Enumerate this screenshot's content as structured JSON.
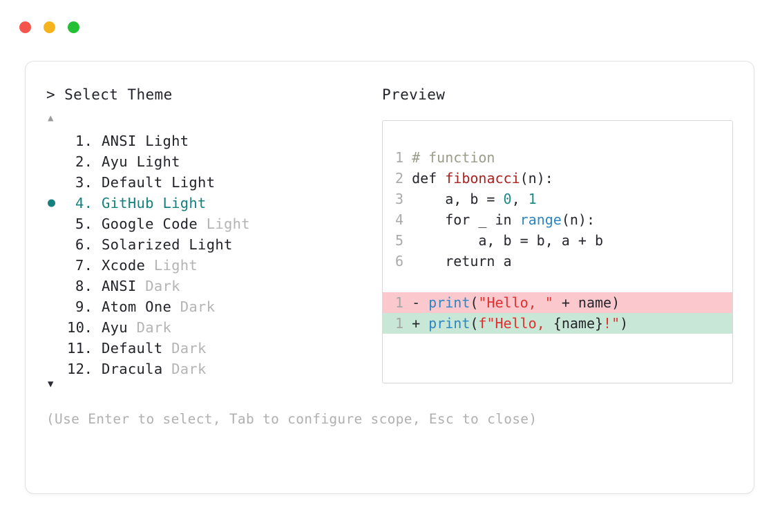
{
  "titlebar": {
    "dots": [
      {
        "name": "close-dot",
        "color": "#f4554c"
      },
      {
        "name": "minimize-dot",
        "color": "#f5b41d"
      },
      {
        "name": "maximize-dot",
        "color": "#24bf35"
      }
    ]
  },
  "left": {
    "prompt_caret": ">",
    "prompt_label": "Select Theme",
    "scroll_up_icon": "▲",
    "scroll_down_icon": "▼",
    "selected_index": 4,
    "bullet_icon": "●",
    "items": [
      {
        "index": "1",
        "name": "ANSI",
        "variant": "Light",
        "variant_dim": false,
        "selected": false
      },
      {
        "index": "2",
        "name": "Ayu",
        "variant": "Light",
        "variant_dim": false,
        "selected": false
      },
      {
        "index": "3",
        "name": "Default",
        "variant": "Light",
        "variant_dim": false,
        "selected": false
      },
      {
        "index": "4",
        "name": "GitHub",
        "variant": "Light",
        "variant_dim": false,
        "selected": true
      },
      {
        "index": "5",
        "name": "Google Code",
        "variant": "Light",
        "variant_dim": true,
        "selected": false
      },
      {
        "index": "6",
        "name": "Solarized",
        "variant": "Light",
        "variant_dim": false,
        "selected": false
      },
      {
        "index": "7",
        "name": "Xcode",
        "variant": "Light",
        "variant_dim": true,
        "selected": false
      },
      {
        "index": "8",
        "name": "ANSI",
        "variant": "Dark",
        "variant_dim": true,
        "selected": false
      },
      {
        "index": "9",
        "name": "Atom One",
        "variant": "Dark",
        "variant_dim": true,
        "selected": false
      },
      {
        "index": "10",
        "name": "Ayu",
        "variant": "Dark",
        "variant_dim": true,
        "selected": false
      },
      {
        "index": "11",
        "name": "Default",
        "variant": "Dark",
        "variant_dim": true,
        "selected": false
      },
      {
        "index": "12",
        "name": "Dracula",
        "variant": "Dark",
        "variant_dim": true,
        "selected": false
      }
    ],
    "hint": "(Use Enter to select, Tab to configure scope, Esc to close)"
  },
  "preview": {
    "label": "Preview",
    "code_lines": [
      {
        "ln": "1",
        "tokens": [
          {
            "t": "# function",
            "c": "comment"
          }
        ]
      },
      {
        "ln": "2",
        "tokens": [
          {
            "t": "def ",
            "c": "plain"
          },
          {
            "t": "fibonacci",
            "c": "func"
          },
          {
            "t": "(n):",
            "c": "plain"
          }
        ]
      },
      {
        "ln": "3",
        "tokens": [
          {
            "t": "    a, b = ",
            "c": "plain"
          },
          {
            "t": "0",
            "c": "num"
          },
          {
            "t": ", ",
            "c": "plain"
          },
          {
            "t": "1",
            "c": "num"
          }
        ]
      },
      {
        "ln": "4",
        "tokens": [
          {
            "t": "    for _ in ",
            "c": "plain"
          },
          {
            "t": "range",
            "c": "builtin"
          },
          {
            "t": "(n):",
            "c": "plain"
          }
        ]
      },
      {
        "ln": "5",
        "tokens": [
          {
            "t": "        a, b = b, a + b",
            "c": "plain"
          }
        ]
      },
      {
        "ln": "6",
        "tokens": [
          {
            "t": "    return a",
            "c": "plain"
          }
        ]
      }
    ],
    "diff_lines": [
      {
        "ln": "1",
        "kind": "removed",
        "sign": "-",
        "tokens": [
          {
            "t": "print",
            "c": "builtin"
          },
          {
            "t": "(",
            "c": "plain"
          },
          {
            "t": "\"Hello, \"",
            "c": "str"
          },
          {
            "t": " + name)",
            "c": "plain"
          }
        ]
      },
      {
        "ln": "1",
        "kind": "added",
        "sign": "+",
        "tokens": [
          {
            "t": "print",
            "c": "builtin"
          },
          {
            "t": "(",
            "c": "plain"
          },
          {
            "t": "f\"Hello, ",
            "c": "str"
          },
          {
            "t": "{name}",
            "c": "plain"
          },
          {
            "t": "!\"",
            "c": "str"
          },
          {
            "t": ")",
            "c": "plain"
          }
        ]
      }
    ]
  },
  "colors": {
    "accent_teal": "#15807e",
    "diff_removed_bg": "#fac8cd",
    "diff_added_bg": "#c9e7d6",
    "comment": "#9b9c87",
    "function": "#a8221f",
    "builtin": "#2e86c1",
    "number": "#1a8a8a",
    "string": "#e0302f",
    "dim_text": "#b4b4b4",
    "body_text": "#222429"
  }
}
